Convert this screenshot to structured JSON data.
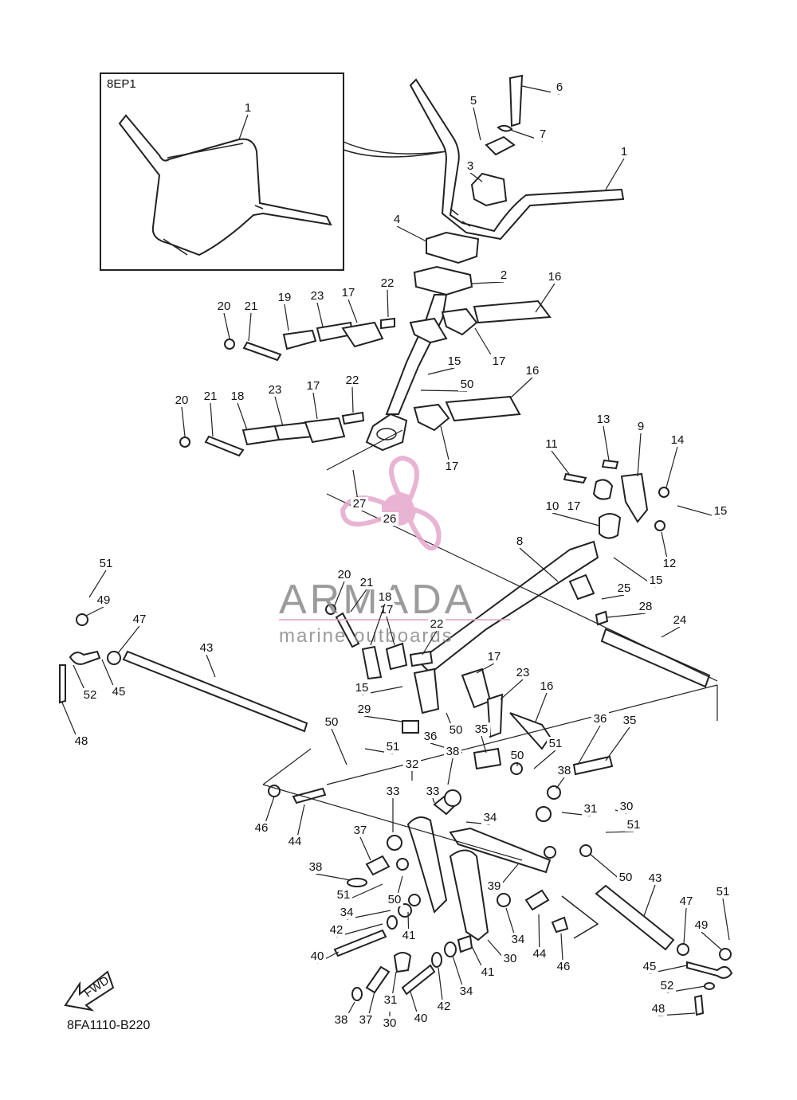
{
  "inset_title": "8EP1",
  "drawing_code": "8FA1110-B220",
  "fwd_label": "FWD",
  "watermark": {
    "brand": "ARMADA",
    "tagline": "marine outboards",
    "color": "#e6a8cc"
  },
  "callouts": [
    {
      "id": "c1_inset",
      "label": "1"
    },
    {
      "id": "c1",
      "label": "1"
    },
    {
      "id": "c2",
      "label": "2"
    },
    {
      "id": "c3",
      "label": "3"
    },
    {
      "id": "c4",
      "label": "4"
    },
    {
      "id": "c5",
      "label": "5"
    },
    {
      "id": "c6",
      "label": "6"
    },
    {
      "id": "c7",
      "label": "7"
    },
    {
      "id": "c8",
      "label": "8"
    },
    {
      "id": "c9",
      "label": "9"
    },
    {
      "id": "c10",
      "label": "10"
    },
    {
      "id": "c11",
      "label": "11"
    },
    {
      "id": "c12",
      "label": "12"
    },
    {
      "id": "c13",
      "label": "13"
    },
    {
      "id": "c14",
      "label": "14"
    },
    {
      "id": "c15a",
      "label": "15"
    },
    {
      "id": "c15b",
      "label": "15"
    },
    {
      "id": "c15c",
      "label": "15"
    },
    {
      "id": "c15d",
      "label": "15"
    },
    {
      "id": "c16a",
      "label": "16"
    },
    {
      "id": "c16b",
      "label": "16"
    },
    {
      "id": "c16c",
      "label": "16"
    },
    {
      "id": "c17a",
      "label": "17"
    },
    {
      "id": "c17b",
      "label": "17"
    },
    {
      "id": "c17c",
      "label": "17"
    },
    {
      "id": "c17d",
      "label": "17"
    },
    {
      "id": "c17e",
      "label": "17"
    },
    {
      "id": "c17f",
      "label": "17"
    },
    {
      "id": "c17g",
      "label": "17"
    },
    {
      "id": "c18a",
      "label": "18"
    },
    {
      "id": "c18b",
      "label": "18"
    },
    {
      "id": "c19",
      "label": "19"
    },
    {
      "id": "c20a",
      "label": "20"
    },
    {
      "id": "c20b",
      "label": "20"
    },
    {
      "id": "c20c",
      "label": "20"
    },
    {
      "id": "c21a",
      "label": "21"
    },
    {
      "id": "c21b",
      "label": "21"
    },
    {
      "id": "c21c",
      "label": "21"
    },
    {
      "id": "c22a",
      "label": "22"
    },
    {
      "id": "c22b",
      "label": "22"
    },
    {
      "id": "c22c",
      "label": "22"
    },
    {
      "id": "c23a",
      "label": "23"
    },
    {
      "id": "c23b",
      "label": "23"
    },
    {
      "id": "c23c",
      "label": "23"
    },
    {
      "id": "c24",
      "label": "24"
    },
    {
      "id": "c25",
      "label": "25"
    },
    {
      "id": "c26",
      "label": "26"
    },
    {
      "id": "c27",
      "label": "27"
    },
    {
      "id": "c28",
      "label": "28"
    },
    {
      "id": "c29",
      "label": "29"
    },
    {
      "id": "c30a",
      "label": "30"
    },
    {
      "id": "c30b",
      "label": "30"
    },
    {
      "id": "c30c",
      "label": "30"
    },
    {
      "id": "c31a",
      "label": "31"
    },
    {
      "id": "c31b",
      "label": "31"
    },
    {
      "id": "c32",
      "label": "32"
    },
    {
      "id": "c33a",
      "label": "33"
    },
    {
      "id": "c33b",
      "label": "33"
    },
    {
      "id": "c34a",
      "label": "34"
    },
    {
      "id": "c34b",
      "label": "34"
    },
    {
      "id": "c34c",
      "label": "34"
    },
    {
      "id": "c34d",
      "label": "34"
    },
    {
      "id": "c35a",
      "label": "35"
    },
    {
      "id": "c35b",
      "label": "35"
    },
    {
      "id": "c36a",
      "label": "36"
    },
    {
      "id": "c36b",
      "label": "36"
    },
    {
      "id": "c37a",
      "label": "37"
    },
    {
      "id": "c37b",
      "label": "37"
    },
    {
      "id": "c38a",
      "label": "38"
    },
    {
      "id": "c38b",
      "label": "38"
    },
    {
      "id": "c38c",
      "label": "38"
    },
    {
      "id": "c38d",
      "label": "38"
    },
    {
      "id": "c39",
      "label": "39"
    },
    {
      "id": "c40a",
      "label": "40"
    },
    {
      "id": "c40b",
      "label": "40"
    },
    {
      "id": "c41a",
      "label": "41"
    },
    {
      "id": "c41b",
      "label": "41"
    },
    {
      "id": "c42a",
      "label": "42"
    },
    {
      "id": "c42b",
      "label": "42"
    },
    {
      "id": "c43a",
      "label": "43"
    },
    {
      "id": "c43b",
      "label": "43"
    },
    {
      "id": "c44a",
      "label": "44"
    },
    {
      "id": "c44b",
      "label": "44"
    },
    {
      "id": "c45a",
      "label": "45"
    },
    {
      "id": "c45b",
      "label": "45"
    },
    {
      "id": "c46a",
      "label": "46"
    },
    {
      "id": "c46b",
      "label": "46"
    },
    {
      "id": "c47a",
      "label": "47"
    },
    {
      "id": "c47b",
      "label": "47"
    },
    {
      "id": "c48a",
      "label": "48"
    },
    {
      "id": "c48b",
      "label": "48"
    },
    {
      "id": "c49a",
      "label": "49"
    },
    {
      "id": "c49b",
      "label": "49"
    },
    {
      "id": "c50a",
      "label": "50"
    },
    {
      "id": "c50b",
      "label": "50"
    },
    {
      "id": "c50c",
      "label": "50"
    },
    {
      "id": "c50d",
      "label": "50"
    },
    {
      "id": "c50e",
      "label": "50"
    },
    {
      "id": "c50f",
      "label": "50"
    },
    {
      "id": "c51a",
      "label": "51"
    },
    {
      "id": "c51b",
      "label": "51"
    },
    {
      "id": "c51c",
      "label": "51"
    },
    {
      "id": "c51d",
      "label": "51"
    },
    {
      "id": "c51e",
      "label": "51"
    },
    {
      "id": "c51f",
      "label": "51"
    },
    {
      "id": "c52a",
      "label": "52"
    },
    {
      "id": "c52b",
      "label": "52"
    }
  ]
}
